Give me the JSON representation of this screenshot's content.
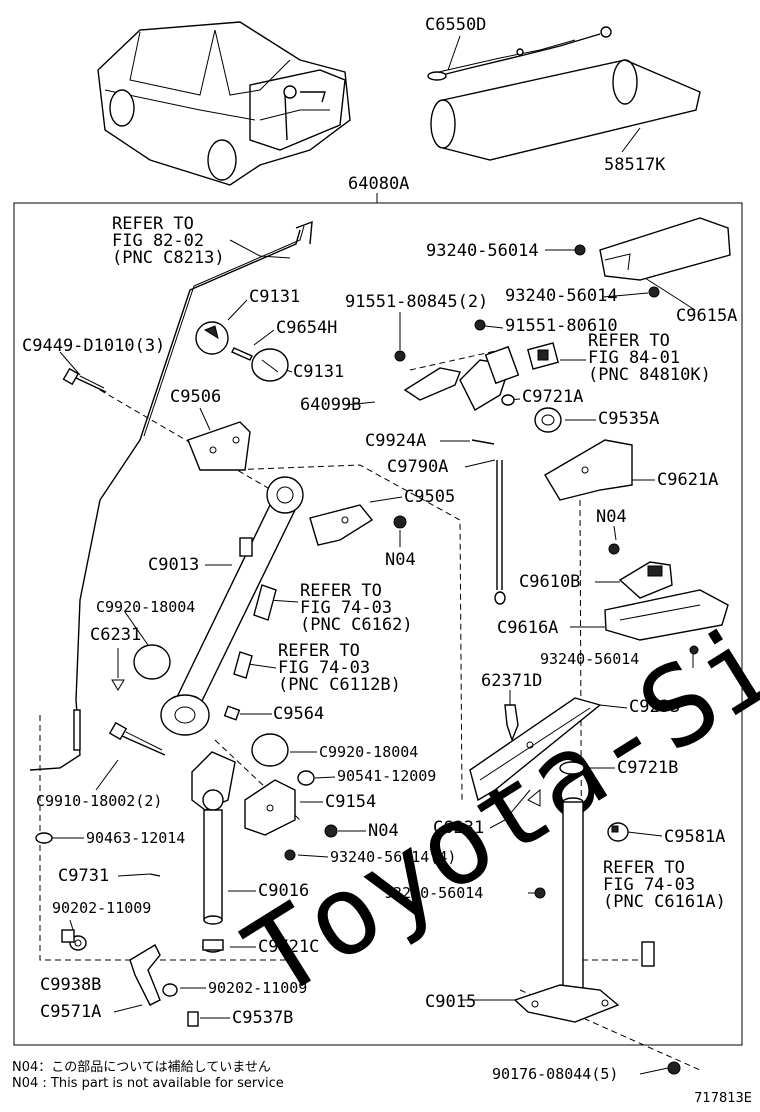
{
  "watermark": "Toyota-Sience.ru",
  "labels": {
    "c6550d": "C6550D",
    "p58517k": "58517K",
    "p64080a": "64080A",
    "refer1_a": "REFER TO",
    "refer1_b": "FIG 82-02",
    "refer1_c": "(PNC C8213)",
    "p93240_a": "93240-56014",
    "p93240_b": "93240-56014",
    "c9615a": "C9615A",
    "c9131_a": "C9131",
    "p91551_a": "91551-80845(2)",
    "p91551_b": "91551-80610",
    "c9654h": "C9654H",
    "refer2_a": "REFER TO",
    "refer2_b": "FIG 84-01",
    "refer2_c": "(PNC 84810K)",
    "c9449": "C9449-D1010(3)",
    "c9131_b": "C9131",
    "p64099b": "64099B",
    "c9721a": "C9721A",
    "c9506": "C9506",
    "c9535a": "C9535A",
    "c9924a": "C9924A",
    "c9790a": "C9790A",
    "c9621a": "C9621A",
    "c9505": "C9505",
    "n04_a": "N04",
    "n04_b": "N04",
    "c9013": "C9013",
    "refer3_a": "REFER TO",
    "refer3_b": "FIG 74-03",
    "refer3_c": "(PNC C6162)",
    "c9920_a": "C9920-18004",
    "c9610b": "C9610B",
    "c6231_a": "C6231",
    "c9616a": "C9616A",
    "refer4_a": "REFER TO",
    "refer4_b": "FIG 74-03",
    "refer4_c": "(PNC C6112B)",
    "p93240_c": "93240-56014",
    "p62371d": "62371D",
    "c9564": "C9564",
    "c9233": "C9233",
    "c9920_b": "C9920-18004",
    "c9721b": "C9721B",
    "p90541": "90541-12009",
    "c9910": "C9910-18002(2)",
    "c9154": "C9154",
    "c6231_b": "C6231",
    "p90463": "90463-12014",
    "n04_c": "N04",
    "c9581a": "C9581A",
    "p93240_d": "93240-56014(4)",
    "refer5_a": "REFER TO",
    "refer5_b": "FIG 74-03",
    "refer5_c": "(PNC C6161A)",
    "c9731": "C9731",
    "c9016": "C9016",
    "p93240_e": "93240-56014",
    "p90202_a": "90202-11009",
    "c9721c": "C9721C",
    "c9938b": "C9938B",
    "c9015": "C9015",
    "p90202_b": "90202-11009",
    "c9571a": "C9571A",
    "c9537b": "C9537B",
    "p90176": "90176-08044(5)"
  },
  "footer": {
    "note_jp": "N04：この部品については補給していません",
    "note_en": "N04 : This part is not available for service",
    "code": "717813E"
  }
}
